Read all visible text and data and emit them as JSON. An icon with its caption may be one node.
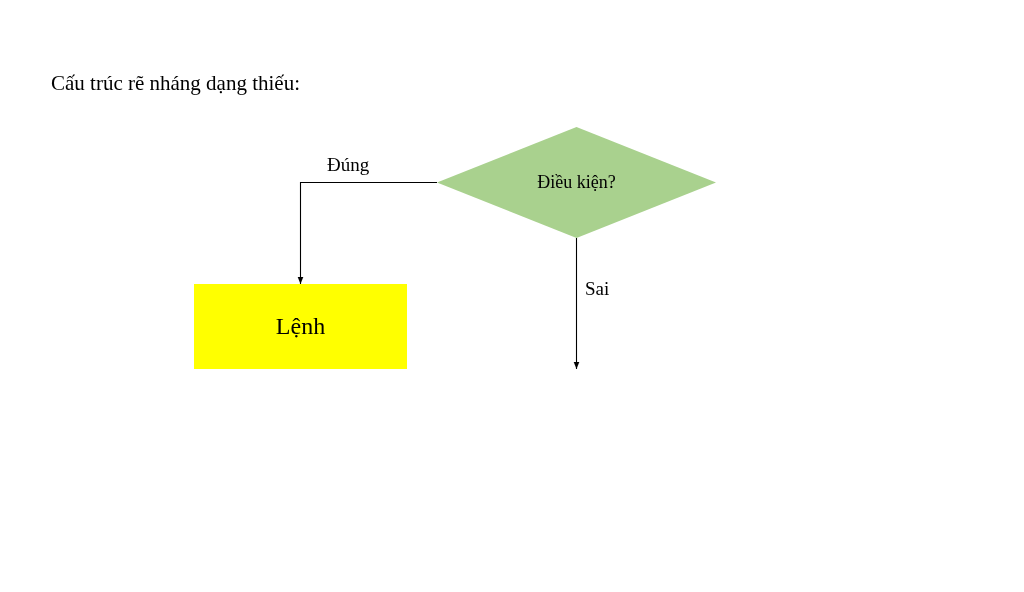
{
  "diagram": {
    "title": "Cấu trúc rẽ nháng dạng thiếu:",
    "nodes": [
      {
        "text": [
          "Điều kiện?"
        ]
      },
      {
        "text": [
          "Lệnh"
        ]
      }
    ],
    "edges": [
      {
        "from": 0,
        "to": 1,
        "arrow": "to",
        "label": "Đúng"
      },
      {
        "from": 0,
        "to": null,
        "arrow": "to",
        "label": "Sai"
      }
    ]
  }
}
